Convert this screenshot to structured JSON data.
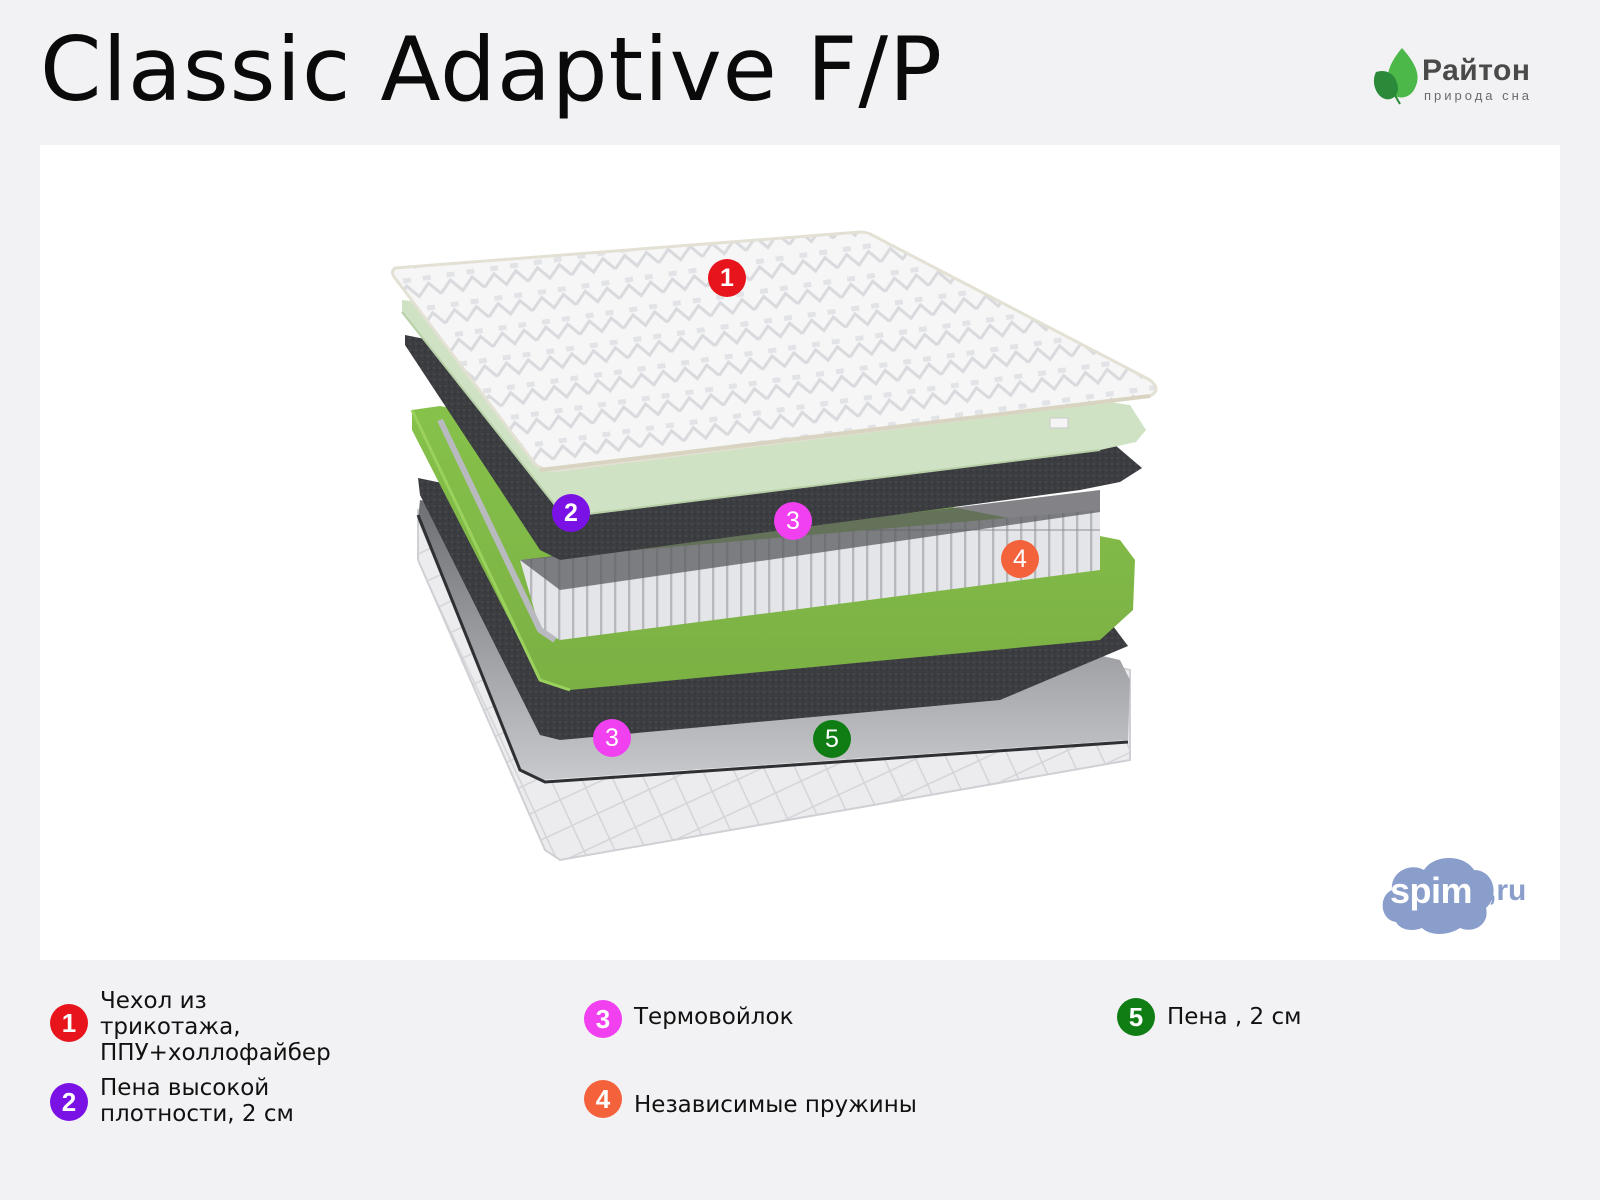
{
  "header": {
    "title": "Classic Adaptive F/P",
    "brand": {
      "name": "Райтон",
      "tagline": "природа сна",
      "icon": "leaf-icon",
      "colors": {
        "leaf_light": "#4cb84a",
        "leaf_dark": "#2a8a3a",
        "text": "#4a4a4a"
      }
    }
  },
  "illustration": {
    "subject": "mattress layers exploded view",
    "markers": [
      {
        "number": "1",
        "color": "#e8141b"
      },
      {
        "number": "2",
        "color": "#7a12e6"
      },
      {
        "number": "3",
        "color": "#f040f0"
      },
      {
        "number": "4",
        "color": "#f4623c"
      },
      {
        "number": "3",
        "color": "#f040f0"
      },
      {
        "number": "5",
        "color": "#0f7d14"
      }
    ],
    "watermark": {
      "main": "spim",
      "suffix": ",ru",
      "color": "#8a9ecb"
    }
  },
  "legend": [
    {
      "number": "1",
      "color": "#e8141b",
      "text": "Чехол из\nтрикотажа,\nППУ+холлофайбер"
    },
    {
      "number": "2",
      "color": "#7a12e6",
      "text": "Пена высокой\nплотности, 2 см"
    },
    {
      "number": "3",
      "color": "#f040f0",
      "text": "Термовойлок"
    },
    {
      "number": "4",
      "color": "#f4623c",
      "text": "Независимые пружины"
    },
    {
      "number": "5",
      "color": "#0f7d14",
      "text": "Пена , 2 см"
    }
  ]
}
